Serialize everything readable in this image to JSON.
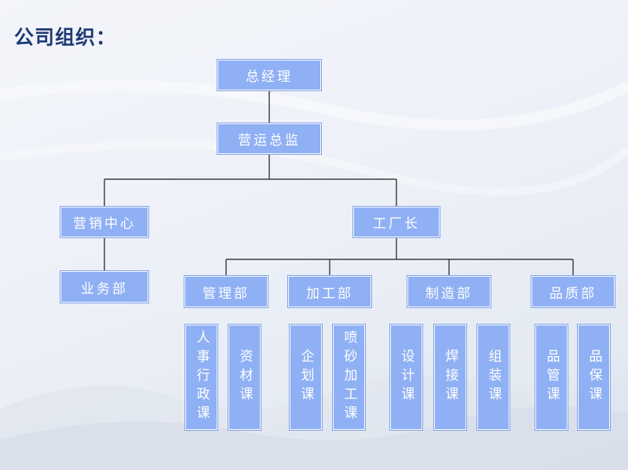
{
  "title": "公司组织：",
  "org": {
    "ceo": "总经理",
    "coo": "营运总监",
    "sales_center": "营销中心",
    "sales_dept": "业务部",
    "factory_head": "工厂长",
    "admin_dept": "管理部",
    "processing_dept": "加工部",
    "manufacturing_dept": "制造部",
    "quality_dept": "品质部",
    "sections": {
      "hr_admin": "人事行政课",
      "materials": "资材课",
      "planning": "企划课",
      "sandblast": "喷砂加工课",
      "design": "设计课",
      "welding": "焊接课",
      "assembly": "组装课",
      "quality_mgmt": "品管课",
      "quality_assure": "品保课"
    }
  }
}
